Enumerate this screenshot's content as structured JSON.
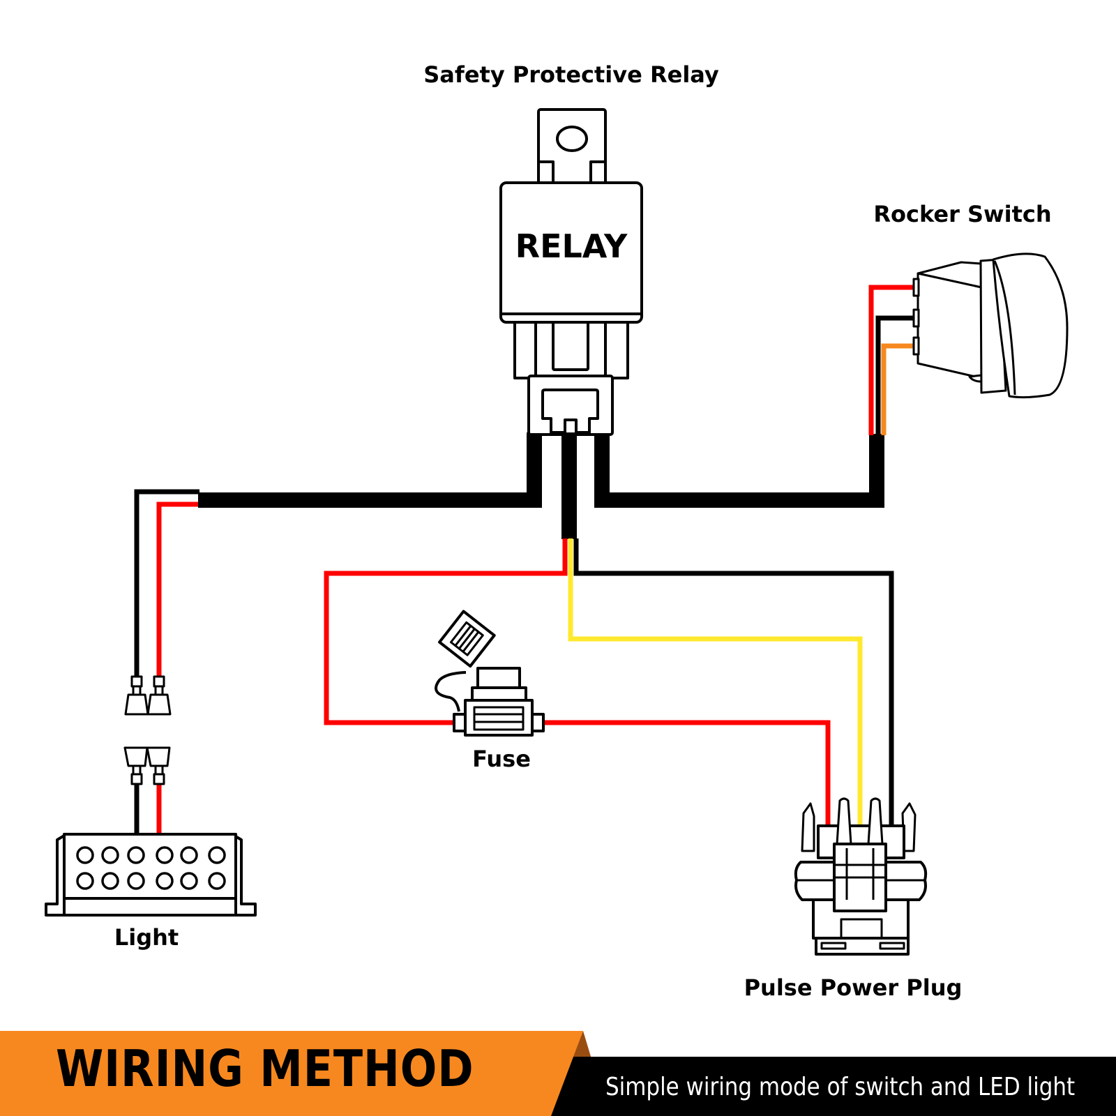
{
  "title": "Wiring Method",
  "components": {
    "relay": {
      "label": "Safety Protective Relay",
      "body_text": "RELAY"
    },
    "rocker_switch": {
      "label": "Rocker Switch"
    },
    "fuse": {
      "label": "Fuse"
    },
    "light": {
      "label": "Light",
      "led_rows": 2,
      "led_columns": 6
    },
    "power_plug": {
      "label": "Pulse Power Plug"
    }
  },
  "wires": [
    {
      "name": "relay-to-light",
      "color": "black",
      "inner_colors": [
        "black",
        "white",
        "red"
      ]
    },
    {
      "name": "relay-to-switch",
      "color": "black",
      "inner_colors": [
        "red",
        "black",
        "orange"
      ]
    },
    {
      "name": "relay-to-plug",
      "color": "black",
      "inner_colors": [
        "red",
        "yellow",
        "black"
      ]
    },
    {
      "name": "fuse-line",
      "color": "red"
    }
  ],
  "colors": {
    "wire_black": "#000000",
    "wire_red": "#ff0000",
    "wire_yellow": "#ffe92e",
    "wire_orange": "#f7881f",
    "banner_orange": "#f7881f",
    "banner_black": "#000000",
    "banner_shadow": "#9a4d10"
  },
  "banner": {
    "title": "WIRING METHOD",
    "subtitle": "Simple wiring mode of switch and LED light"
  }
}
